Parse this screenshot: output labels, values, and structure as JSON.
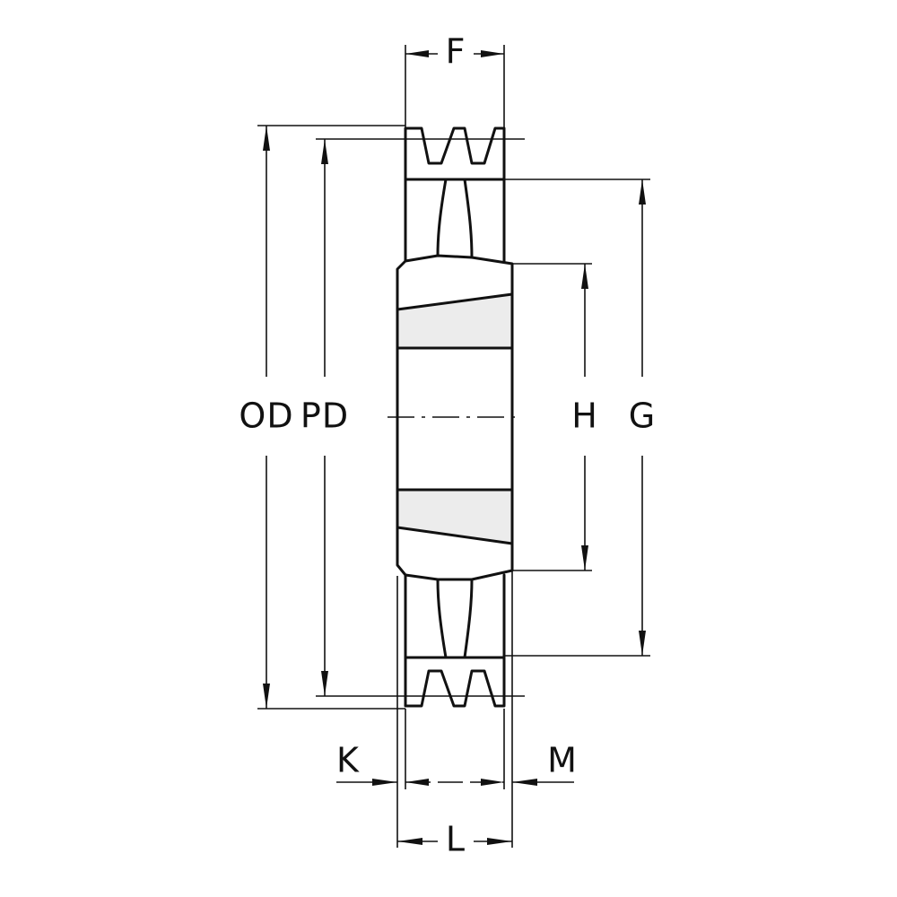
{
  "colors": {
    "line": "#111111",
    "keyway_fill": "#ececec",
    "background": "#ffffff"
  },
  "dimensions": {
    "top_width": "F",
    "outer_diameter": "OD",
    "pitch_diameter": "PD",
    "hub_diameter": "H",
    "groove_base_diameter": "G",
    "left_offset": "K",
    "right_offset": "M",
    "hub_length": "L"
  }
}
